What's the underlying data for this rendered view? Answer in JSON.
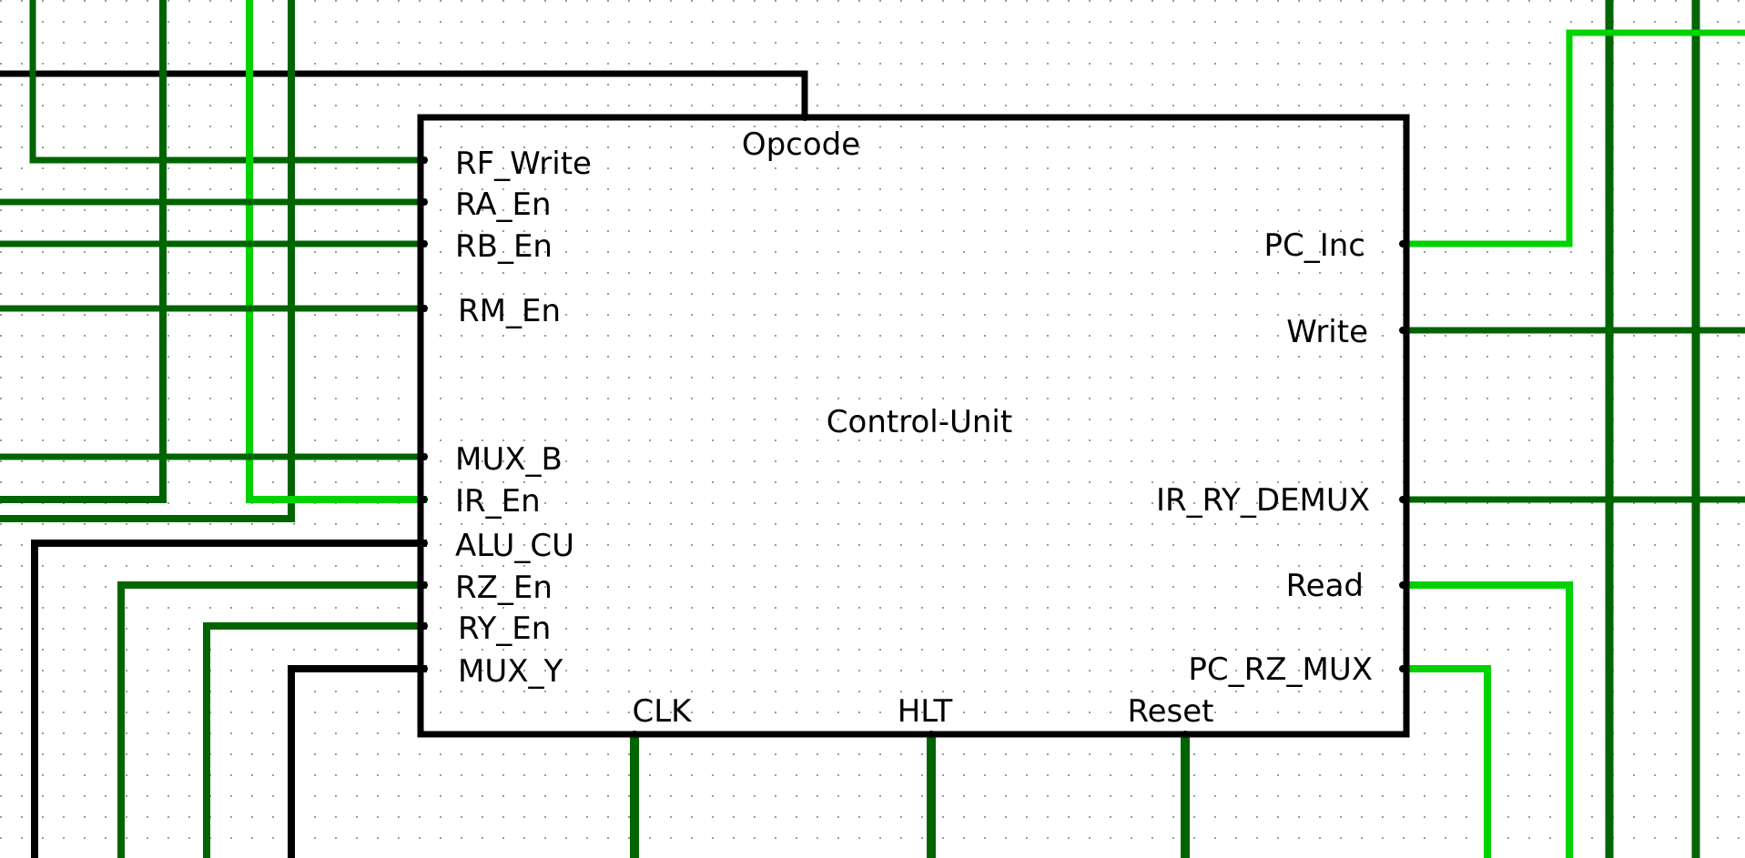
{
  "component": {
    "name": "Control-Unit",
    "opcode_label": "Opcode",
    "left_ports": [
      "RF_Write",
      "RA_En",
      "RB_En",
      "RM_En",
      "MUX_B",
      "IR_En",
      "ALU_CU",
      "RZ_En",
      "RY_En",
      "MUX_Y"
    ],
    "right_ports": [
      "PC_Inc",
      "Write",
      "IR_RY_DEMUX",
      "Read",
      "PC_RZ_MUX"
    ],
    "bottom_ports": [
      "CLK",
      "HLT",
      "Reset"
    ]
  },
  "colors": {
    "background": "#ffffff",
    "grid_dot": "#9a9a9a",
    "wire_dark_green": "#006400",
    "wire_bright_green": "#00d200",
    "wire_black": "#000000",
    "component_border": "#000000"
  }
}
